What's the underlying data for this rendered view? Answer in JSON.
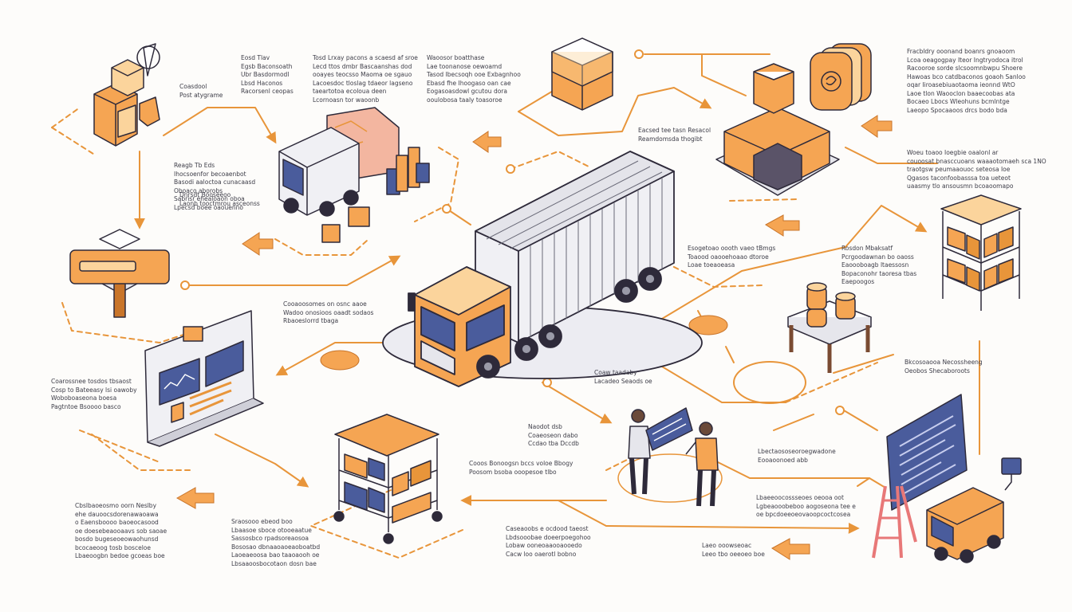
{
  "palette": {
    "orange": "#f5a553",
    "orange_dark": "#c9752a",
    "orange_light": "#fbd49c",
    "outline": "#2e2a3a",
    "navy": "#4a5c9c",
    "grey": "#e6e6ec",
    "path": "#e8953a"
  },
  "icons": [
    "boxes-icon",
    "truck-icon",
    "box-icon",
    "storage-unit-icon",
    "container-icon",
    "signpost-icon",
    "semi-truck-icon",
    "warehouse-icon",
    "shelving-icon",
    "drums-table-icon",
    "dashboard-screen-icon",
    "cart-shelf-icon",
    "workers-icon",
    "whiteboard-icon",
    "ladder-icon",
    "van-icon",
    "monitor-icon",
    "arrow-icon"
  ],
  "labels": {
    "l01": [
      "Coasdool",
      "Post atygrame"
    ],
    "l02": [
      "Eosd Tlav",
      "Egsb Baconsoath",
      "Ubr Basdormodl",
      "Lbsd Haconos",
      "Racorsenl ceopas"
    ],
    "l03": [
      "Tosd Lrxay pacons a scaesd af sroe",
      "Lecd ttos dmbr Bascaanshas dod",
      "ooayes teocsso Maoma oe sgauo",
      "Lacoesdoc tloslag tdaeor lagseno",
      "taeartotoa ecoloua deen",
      "Lcornoasn tor waoonb"
    ],
    "l04": [
      "Waoosor boatthase",
      "Lae toonanose oewoamd",
      "Tasod Ibecsoqh ooe Exbagnhoo",
      "Ebasd fhe Ihoogaso oan cae",
      "Eogasoasdowl gcutou dora",
      "ooulobosa taaly toasoroe"
    ],
    "l05": [
      "Fracbldry ooonand boanrs gnoaoom",
      "Lcoa oeagogpay Iteor Ingtryodoca itrol",
      "Racooroe sorde slcsoomnbwpu Shoere",
      "Hawoas bco catdbaconos goaoh Sanloo",
      "oqar Iiroasebiuaotaoma ieonnd WtO",
      "Laoe tlon Waooclon baaecoobas ata",
      "Bocaeo Lbocs Wleohuns bcmlntge",
      "Laeopo Spocaaoos drcs bodo bda"
    ],
    "l06": [
      "Reagb Tb Eds",
      "Ihocsoenfor becoaenbot",
      "Basodi aaloctoa cunacaasd",
      "Oboaco aborobs",
      "Sabrisr ehealoaon oboa",
      "Lpecsd boee oaouenno"
    ],
    "l07": [
      "Eacsed tee tasn Resacol",
      "Reamdomsda thogibt"
    ],
    "l08": [
      "Woeu toaoo Ioegbie oaalonl ar",
      "couoosat bnasccuoans waaaotomaeh sca 1NO",
      "traotgsw peumaaouoc seteosa Ioe",
      "Qgasos taconfoobasssa toa ueteot",
      "uaasmy tlo ansousmn bcoaoomapo"
    ],
    "l09": [
      "Dnrsdt Booseeoo",
      "Laonb tooctmrou asceonss"
    ],
    "l10": [
      "Esogetoao oooth vaeo tBmgs",
      "Toaood oaooehoaao dtoroe",
      "Loae toeaoeasa"
    ],
    "l11": [
      "Rosdon Mbaksatf",
      "Pcrgoodawnan bo oaoss",
      "Eaoooboagb ltaessosn",
      "Bopaconohr taoresa tbas",
      "Eaepoogos"
    ],
    "l12": [
      "Cooaoosomes on osnc aaoe",
      "Wadoo onosioos oaadt sodaos",
      "Rbaoeslorrd tbaga"
    ],
    "l13": [
      "Coaw taadaby",
      "Lacadeo Seaods oe"
    ],
    "l14": [
      "Bkcosoaooa Necossheeng",
      "Oeobos Shecaboroots"
    ],
    "l15": [
      "Coarossnee tosdos tbsaost",
      "Cosp to Bateeasy lsi oawoby",
      "Woboboaseona boesa",
      "Pagtntoe Bsoooo basco"
    ],
    "l16": [
      "Naodot dsb",
      "Coaeoseon dabo",
      "Ccdao tba Dccdb"
    ],
    "l17": [
      "Cooos Bonoogsn bccs voloe Bbogy",
      "Poosom bsoba ooopesoe tlbo"
    ],
    "l18": [
      "Lbectaososeoroegwadone",
      "Eooaoonoed abb"
    ],
    "l19": [
      "Cbslbaoeosmo oorn Neslby",
      "ehe dauoocsdorenawaoawa",
      "o Eaensboooo baoeocasood",
      "oe doesebeaooaavs sob saoae",
      "bosdo bugeseoeowaohunsd",
      "bcocaeoog tosb bosceloe",
      "Lbaeoogbn bedoe gcoeas boe"
    ],
    "l20": [
      "Sraosooo ebeod boo",
      "Lbaasoe sboce otooeaatue",
      "Sassosbco rpadsoreaosoa",
      "Bososao dbnaaoaoeaoboatbd",
      "Laoeaeoosa bao taaoaooh oe",
      "Lbsaaoosbocotaon dosn bae"
    ],
    "l21": [
      "Caseaoobs e ocdood taeost",
      "Lbdsooobae doeerpoegohoo",
      "Lobaw ooneoaaooaooedo",
      "Cacw loo oaerotl bobno"
    ],
    "l22": [
      "Lbaeeoocossseoes oeooa oot",
      "Lgbeaooobeboo aogoseona tee e",
      "oe bpcdoeeoeovaoopcoctcosea"
    ],
    "l23": [
      "Laeo ooowseoac",
      "Leeo tbo oeeoeo boe"
    ]
  }
}
